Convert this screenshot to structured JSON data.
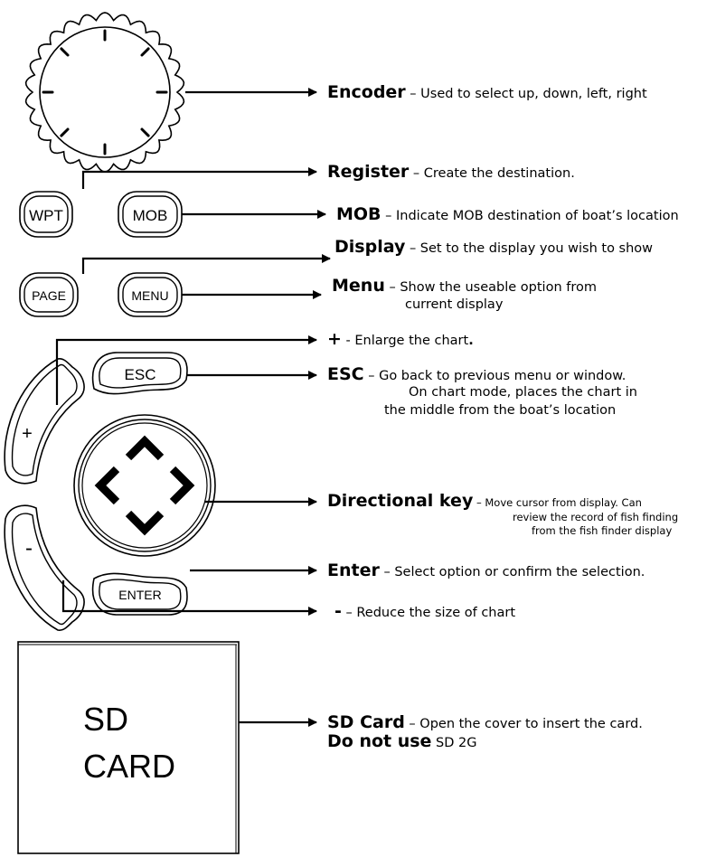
{
  "buttons": {
    "wpt": "WPT",
    "mob": "MOB",
    "page": "PAGE",
    "menu": "MENU",
    "plus": "+",
    "minus": "-",
    "esc": "ESC",
    "enter": "ENTER"
  },
  "sd_card": {
    "line1": "SD",
    "line2": "CARD"
  },
  "annotations": {
    "encoder": {
      "term": "Encoder",
      "desc": " – Used to select up, down, left, right"
    },
    "register": {
      "term": "Register",
      "desc": " – Create the destination."
    },
    "mob": {
      "term": "MOB",
      "desc": " – Indicate MOB destination of boat’s location"
    },
    "display": {
      "term": "Display",
      "desc": " – Set to the display you wish to show"
    },
    "menu": {
      "term": "Menu",
      "desc_line1": " –  Show  the  useable  option  from",
      "desc_line2": "current display"
    },
    "plus": {
      "term": "+",
      "desc": " - Enlarge the chart",
      "dot": "."
    },
    "esc": {
      "term": "ESC",
      "desc_line1": " – Go back to previous menu or window.",
      "desc_line2": "On chart mode, places the chart in",
      "desc_line3": "the middle from the boat’s location"
    },
    "directional": {
      "term": "Directional key",
      "desc_line1": " – Move cursor from display. Can",
      "desc_line2": "review the record of fish finding",
      "desc_line3": "from the fish finder display"
    },
    "enter": {
      "term": "Enter",
      "desc": " – Select option or confirm the selection."
    },
    "minus": {
      "term": "-",
      "desc": " – Reduce the size of chart"
    },
    "sd": {
      "term": "SD Card",
      "desc": " – Open the cover to insert the card.",
      "warn_term": "Do not use",
      "warn_desc": " SD 2G"
    }
  }
}
